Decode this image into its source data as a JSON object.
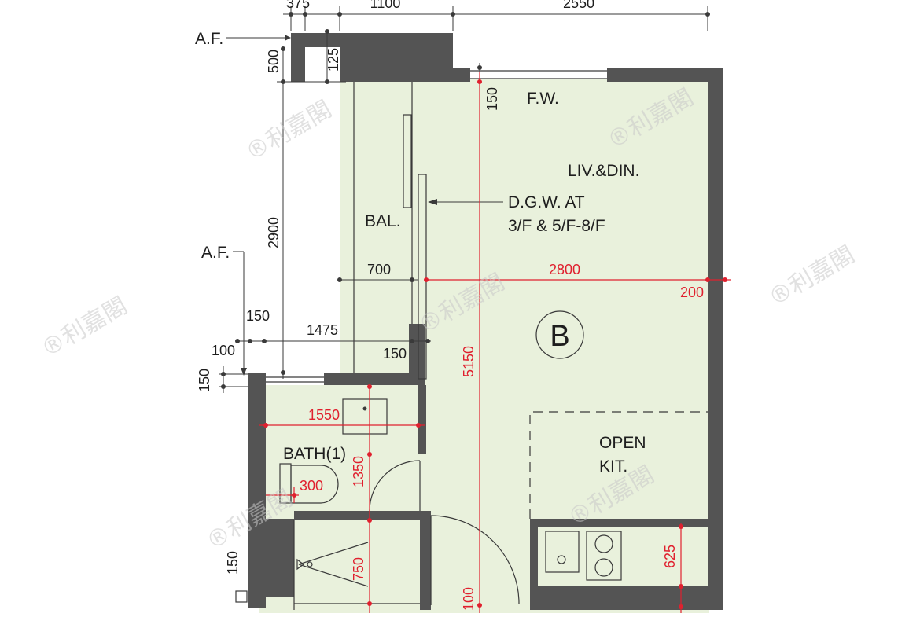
{
  "unit_label": "B",
  "rooms": {
    "living_dining": "LIV.&DIN.",
    "balcony": "BAL.",
    "bathroom": "BATH(1)",
    "open_kitchen_line1": "OPEN",
    "open_kitchen_line2": "KIT.",
    "fixed_window": "F.W."
  },
  "annotations": {
    "af_top": "A.F.",
    "af_mid": "A.F.",
    "dgw_line1": "D.G.W. AT",
    "dgw_line2": "3/F & 5/F-8/F"
  },
  "dimensions": {
    "top_375": "375",
    "top_1100": "1100",
    "top_2550": "2550",
    "left_500": "500",
    "left_125": "125",
    "left_2900": "2900",
    "bal_700": "700",
    "mid_150a": "150",
    "mid_100": "100",
    "mid_1475": "1475",
    "mid_150b": "150",
    "left_150a": "150",
    "fw_150": "150",
    "left_150b": "150"
  },
  "red_dimensions": {
    "width_2800": "2800",
    "edge_200": "200",
    "depth_5150": "5150",
    "bath_1550": "1550",
    "bath_1350": "1350",
    "bath_300": "300",
    "shower_750": "750",
    "door_100": "100",
    "kitchen_625": "625"
  },
  "watermark": {
    "text": "®利嘉閣"
  },
  "colors": {
    "floor": "#e9f1dc",
    "wall": "#545454",
    "dimension_red": "#e0202e"
  }
}
